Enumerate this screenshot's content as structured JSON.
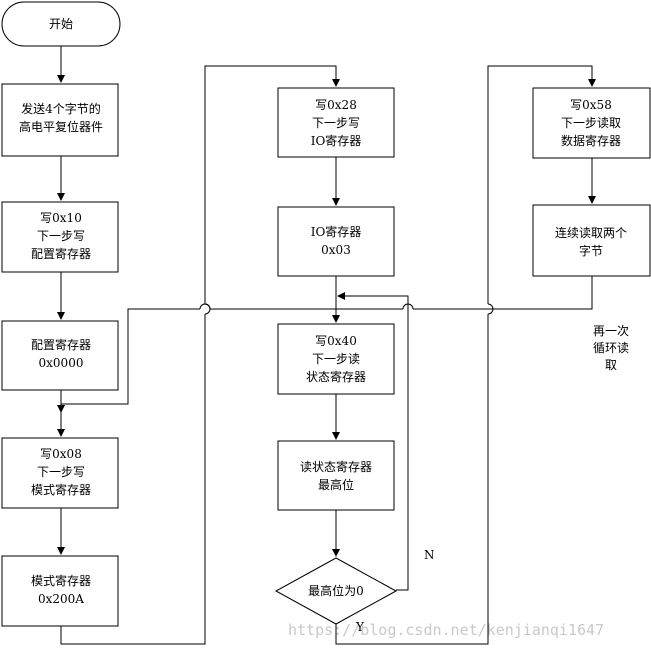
{
  "start": "开始",
  "left_column": [
    [
      "发送4个字节的",
      "高电平复位器件"
    ],
    [
      "写0x10",
      "下一步写",
      "配置寄存器"
    ],
    [
      "配置寄存器",
      "0x0000"
    ],
    [
      "写0x08",
      "下一步写",
      "模式寄存器"
    ],
    [
      "模式寄存器",
      "0x200A"
    ]
  ],
  "middle_column": [
    [
      "写0x28",
      "下一步写",
      "IO寄存器"
    ],
    [
      "IO寄存器",
      "0x03"
    ],
    [
      "写0x40",
      "下一步读",
      "状态寄存器"
    ],
    [
      "读状态寄存器",
      "最高位"
    ]
  ],
  "decision": "最高位为0",
  "decision_no": "N",
  "decision_yes": "Y",
  "right_column": [
    [
      "写0x58",
      "下一步读取",
      "数据寄存器"
    ],
    [
      "连续读取两个",
      "字节"
    ]
  ],
  "loop_note": [
    "再一次",
    "循环读",
    "取"
  ],
  "watermark": "https://blog.csdn.net/kenjianqi1647"
}
